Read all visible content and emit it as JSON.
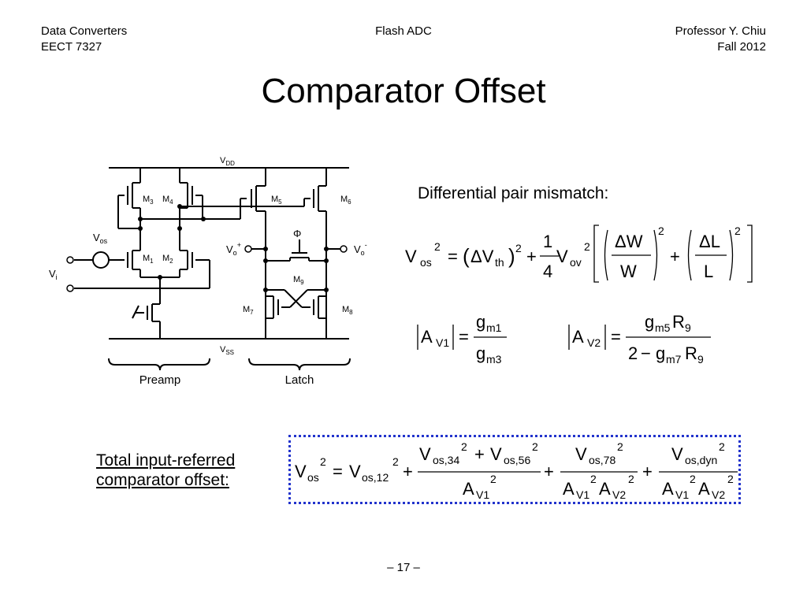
{
  "header": {
    "left_line1": "Data Converters",
    "left_line2": "EECT 7327",
    "center": "Flash ADC",
    "right_line1": "Professor Y. Chiu",
    "right_line2": "Fall 2012"
  },
  "title": "Comparator Offset",
  "circuit": {
    "vdd": "V",
    "vdd_sub": "DD",
    "vss": "V",
    "vss_sub": "SS",
    "m3": "M",
    "m3_sub": "3",
    "m4": "M",
    "m4_sub": "4",
    "m5": "M",
    "m5_sub": "5",
    "m6": "M",
    "m6_sub": "6",
    "m1": "M",
    "m1_sub": "1",
    "m2": "M",
    "m2_sub": "2",
    "m7": "M",
    "m7_sub": "7",
    "m8": "M",
    "m8_sub": "8",
    "m9": "M",
    "m9_sub": "9",
    "vos": "V",
    "vos_sub": "os",
    "vi": "V",
    "vi_sub": "i",
    "vop": "V",
    "vop_sub": "o",
    "vop_sup": "+",
    "von": "V",
    "von_sub": "o",
    "von_sup": "-",
    "phi": "Φ",
    "preamp": "Preamp",
    "latch": "Latch"
  },
  "mismatch_label": "Differential pair mismatch:",
  "eq_vos": {
    "V": "V",
    "os": "os",
    "two": "2",
    "eq": "=",
    "lp": "(",
    "dV": "ΔV",
    "th": "th",
    "rp": ")",
    "plus": "+",
    "one": "1",
    "four": "4",
    "ov": "ov",
    "dW": "ΔW",
    "W": "W",
    "dL": "ΔL",
    "L": "L"
  },
  "eq_av1": {
    "A": "A",
    "V1": "V1",
    "eq": "=",
    "g": "g",
    "m1": "m1",
    "m3": "m3"
  },
  "eq_av2": {
    "A": "A",
    "V2": "V2",
    "eq": "=",
    "g": "g",
    "m5": "m5",
    "R": "R",
    "nine": "9",
    "two": "2",
    "minus": "−",
    "m7": "m7"
  },
  "offset_label": {
    "line1": "Total input-referred",
    "line2": "comparator offset:"
  },
  "eq_total": {
    "V": "V",
    "os": "os",
    "two": "2",
    "eq": "=",
    "os12": "os,12",
    "plus": "+",
    "os34": "os,34",
    "os56": "os,56",
    "os78": "os,78",
    "osdyn": "os,dyn",
    "A": "A",
    "V1": "V1",
    "V2": "V2"
  },
  "page_number": "– 17 –",
  "colors": {
    "box_border": "#2233cc"
  }
}
